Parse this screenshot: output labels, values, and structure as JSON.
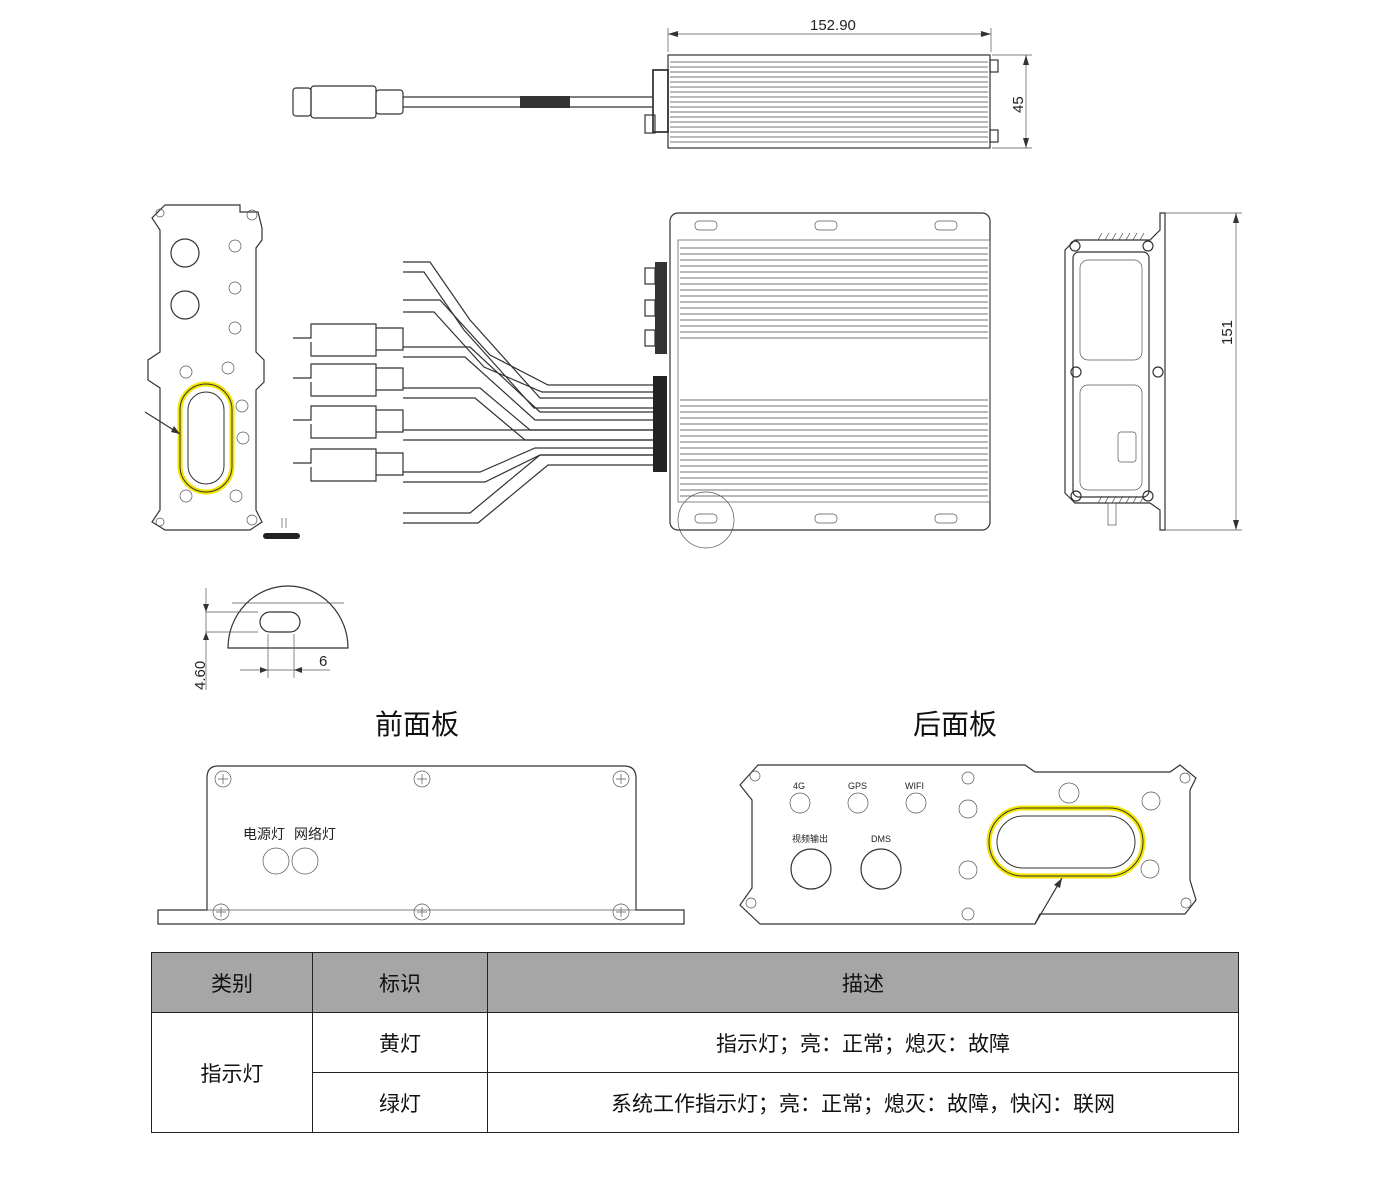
{
  "dimensions": {
    "length": "152.90",
    "height": "45",
    "width": "151",
    "slot_height": "4.60",
    "slot_width": "6"
  },
  "captions": {
    "front_panel": "前面板",
    "rear_panel": "后面板"
  },
  "front_panel": {
    "power_light": "电源灯",
    "network_light": "网络灯"
  },
  "rear_panel": {
    "port_4g": "4G",
    "port_gps": "GPS",
    "port_wifi": "WIFI",
    "port_video_out": "视频输出",
    "port_dms": "DMS"
  },
  "highlight_color": "#f2e600",
  "table": {
    "headers": [
      "类别",
      "标识",
      "描述"
    ],
    "category": "指示灯",
    "rows": [
      {
        "label": "黄灯",
        "description": "指示灯；亮：正常；熄灭：故障"
      },
      {
        "label": "绿灯",
        "description": "系统工作指示灯；亮：正常；熄灭：故障，快闪：联网"
      }
    ]
  }
}
